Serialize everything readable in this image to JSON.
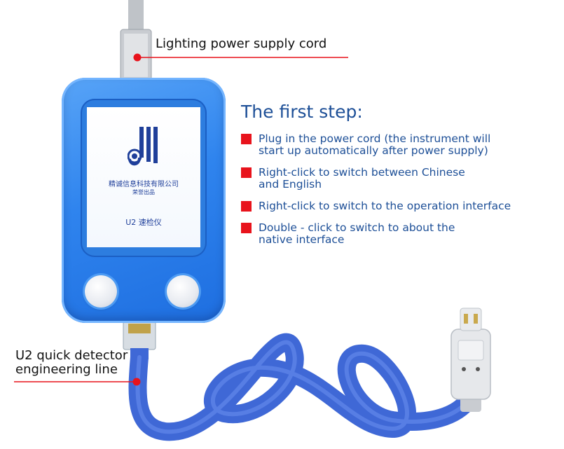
{
  "labels": {
    "top": "Lighting power supply cord",
    "bottom_line1": "U2 quick detector",
    "bottom_line2": "engineering line"
  },
  "device": {
    "screen": {
      "company": "精诚信息科技有限公司",
      "slogan": "荣誉出品",
      "product": "U2 速检仪"
    }
  },
  "steps": {
    "heading": "The first step:",
    "items": [
      {
        "line1": "Plug in the power cord (the instrument will",
        "line2": "start up automatically after power supply)"
      },
      {
        "line1": "Right-click to switch between Chinese",
        "line2": "and English"
      },
      {
        "line1": "Right-click to switch to the operation interface",
        "line2": ""
      },
      {
        "line1": "Double - click to switch to about the",
        "line2": "native interface"
      }
    ]
  },
  "colors": {
    "accent_red": "#e8131c",
    "text_blue": "#1d4f97",
    "device_blue": "#2f84ee",
    "cable_blue": "#3f68d6"
  },
  "icons": [
    "jc-logo-icon",
    "red-square-bullet-icon"
  ]
}
